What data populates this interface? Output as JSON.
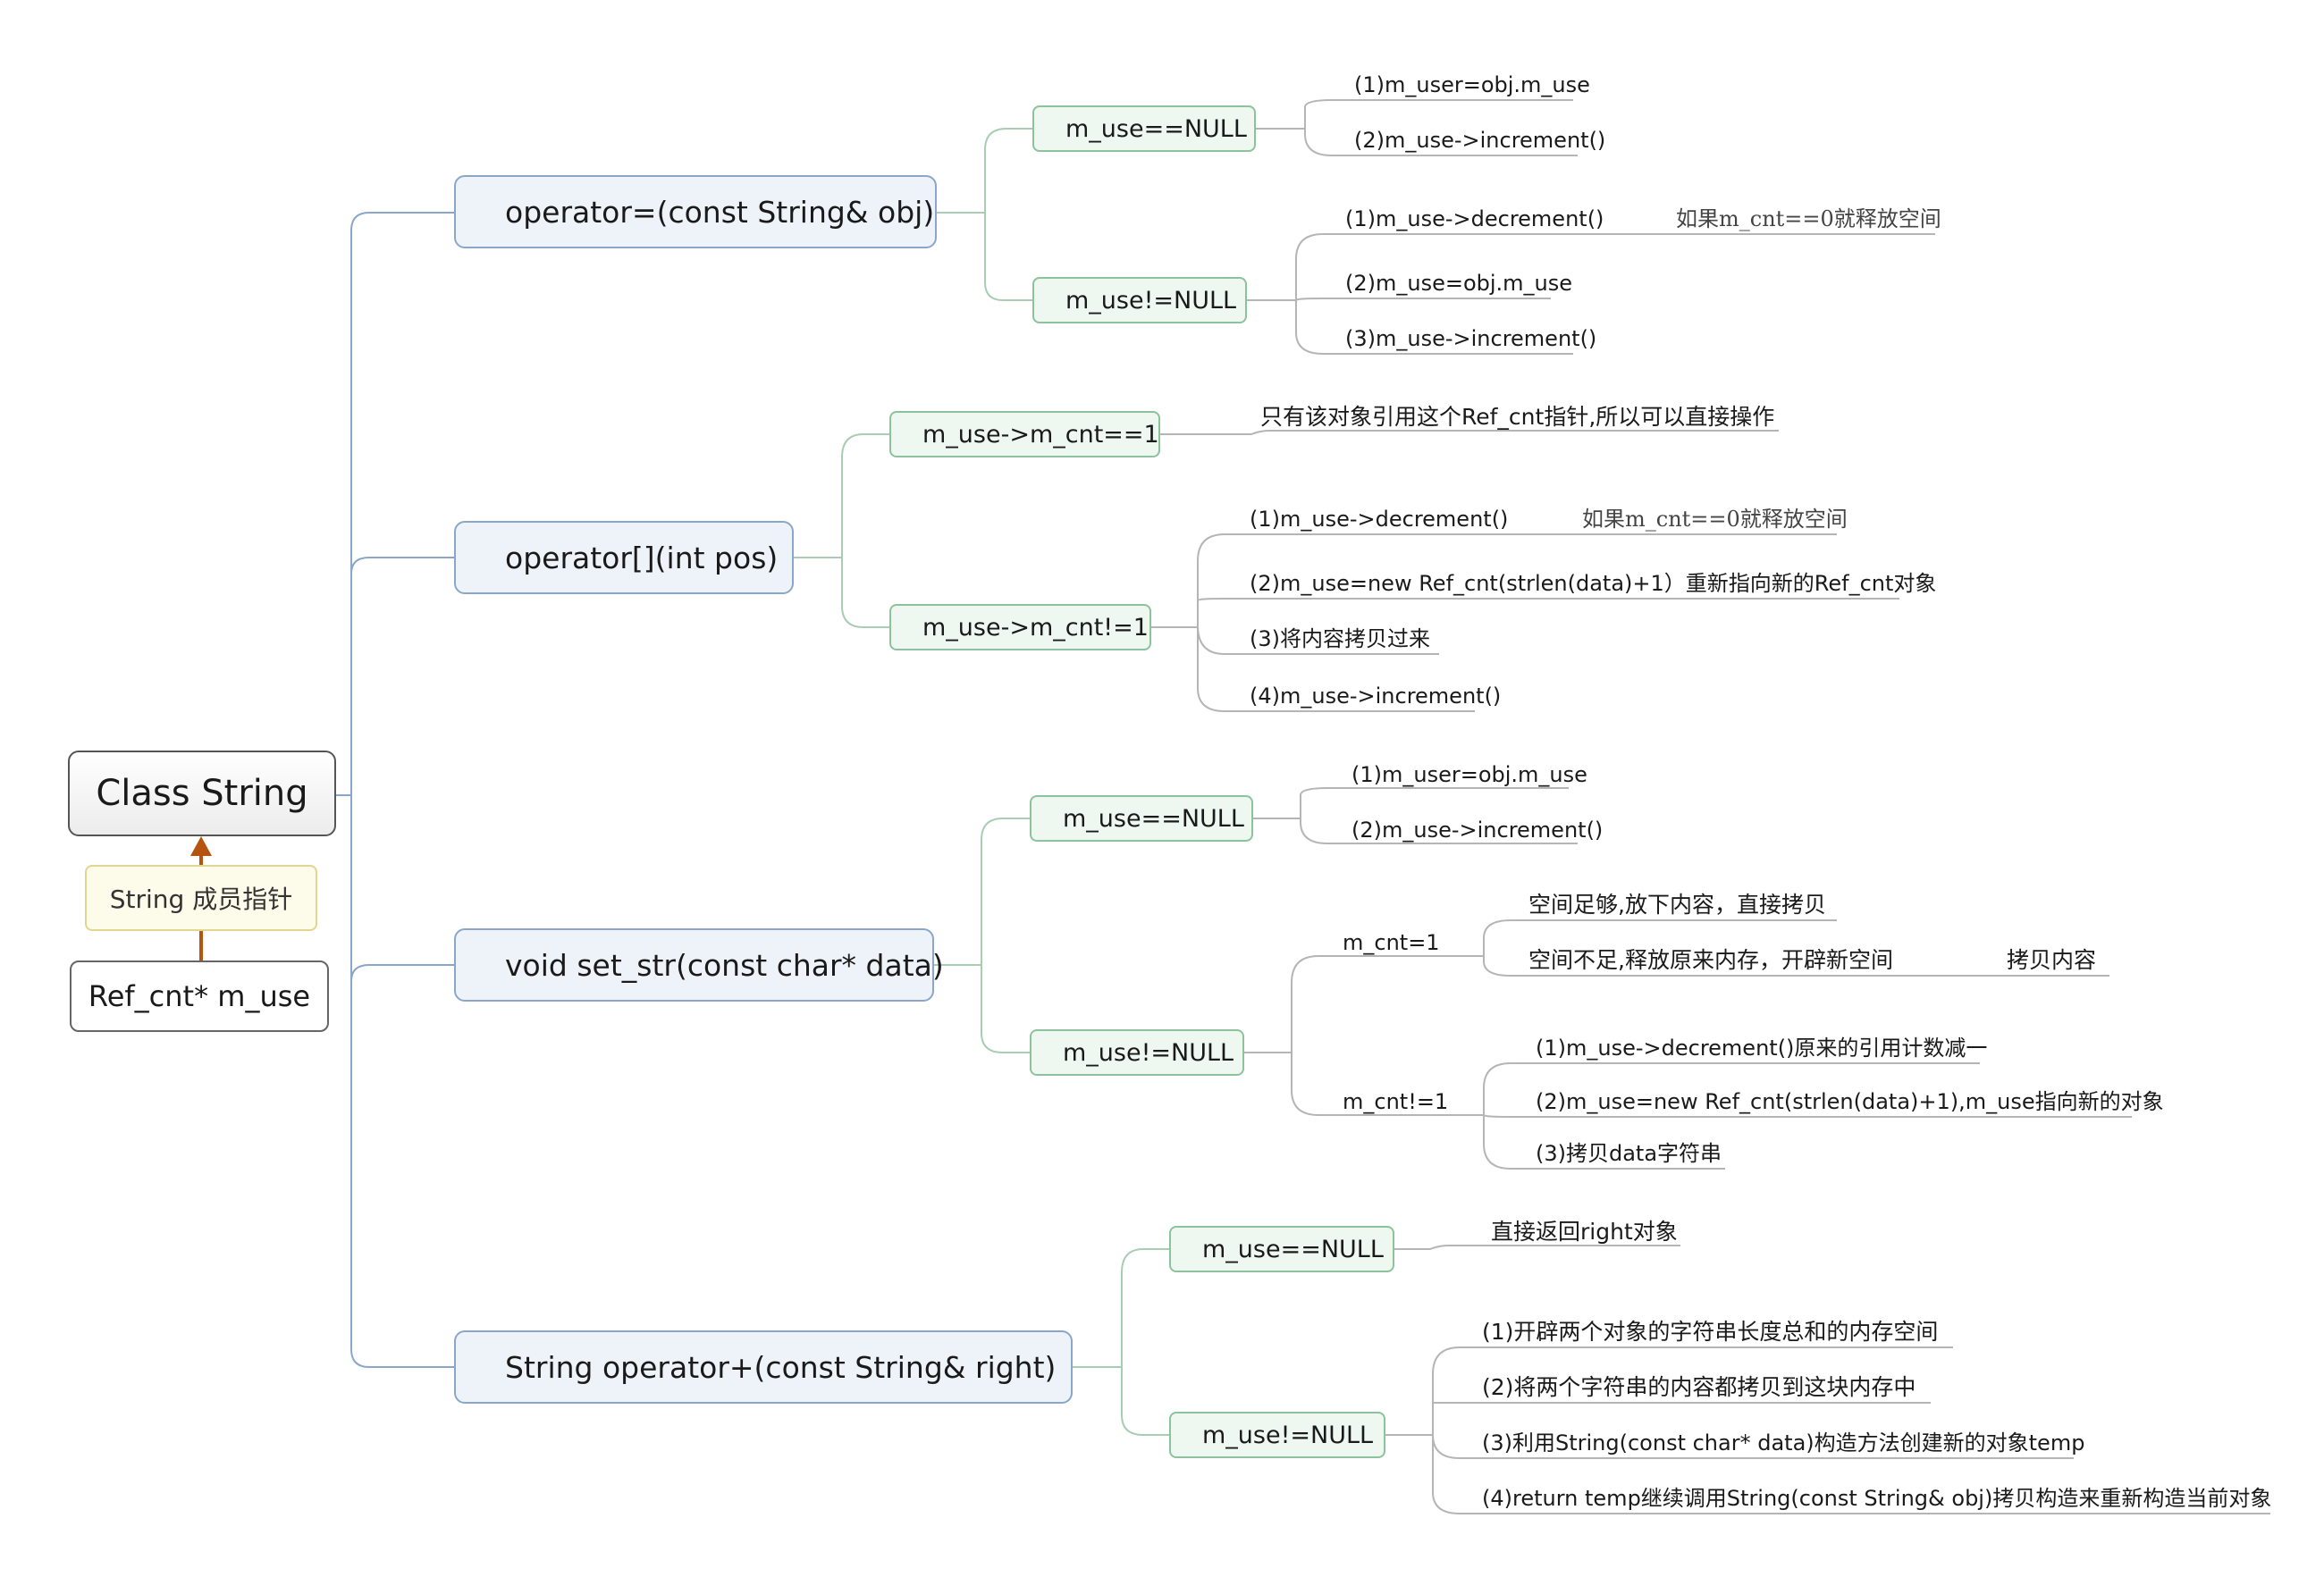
{
  "root": {
    "label": "Class String"
  },
  "relation": {
    "label": "String 成员指针"
  },
  "member": {
    "label": "Ref_cnt* m_use"
  },
  "branches": [
    {
      "label": "operator=(const String& obj)",
      "conds": [
        {
          "label": "m_use==NULL",
          "items": [
            "(1)m_user=obj.m_use",
            "(2)m_use->increment()"
          ]
        },
        {
          "label": "m_use!=NULL",
          "items": [
            "(1)m_use->decrement()",
            "(2)m_use=obj.m_use",
            "(3)m_use->increment()"
          ],
          "note": "如果m_cnt==0就释放空间"
        }
      ]
    },
    {
      "label": "operator[](int pos)",
      "conds": [
        {
          "label": "m_use->m_cnt==1",
          "items": [
            "只有该对象引用这个Ref_cnt指针,所以可以直接操作"
          ]
        },
        {
          "label": "m_use->m_cnt!=1",
          "items": [
            "(1)m_use->decrement()",
            "(2)m_use=new Ref_cnt(strlen(data)+1）重新指向新的Ref_cnt对象",
            "(3)将内容拷贝过来",
            "(4)m_use->increment()"
          ],
          "note": "如果m_cnt==0就释放空间"
        }
      ]
    },
    {
      "label": "void set_str(const char* data)",
      "conds": [
        {
          "label": "m_use==NULL",
          "items": [
            "(1)m_user=obj.m_use",
            "(2)m_use->increment()"
          ]
        },
        {
          "label": "m_use!=NULL",
          "subs": [
            {
              "label": "m_cnt=1",
              "items": [
                "空间足够,放下内容，直接拷贝",
                "空间不足,释放原来内存，开辟新空间"
              ],
              "note": "拷贝内容"
            },
            {
              "label": "m_cnt!=1",
              "items": [
                "(1)m_use->decrement()原来的引用计数减一",
                "(2)m_use=new   Ref_cnt(strlen(data)+1),m_use指向新的对象",
                "(3)拷贝data字符串"
              ]
            }
          ]
        }
      ]
    },
    {
      "label": "String operator+(const String& right)",
      "conds": [
        {
          "label": "m_use==NULL",
          "items": [
            "直接返回right对象"
          ]
        },
        {
          "label": "m_use!=NULL",
          "items": [
            "(1)开辟两个对象的字符串长度总和的内存空间",
            "(2)将两个字符串的内容都拷贝到这块内存中",
            "(3)利用String(const char* data)构造方法创建新的对象temp",
            "(4)return temp继续调用String(const String& obj)拷贝构造来重新构造当前对象"
          ]
        }
      ]
    }
  ],
  "colors": {
    "branch_line": "#8aa6c9",
    "cond_line": "#a9cdb2",
    "leaf_line": "#b5b5b5",
    "arrow": "#b5540f"
  }
}
